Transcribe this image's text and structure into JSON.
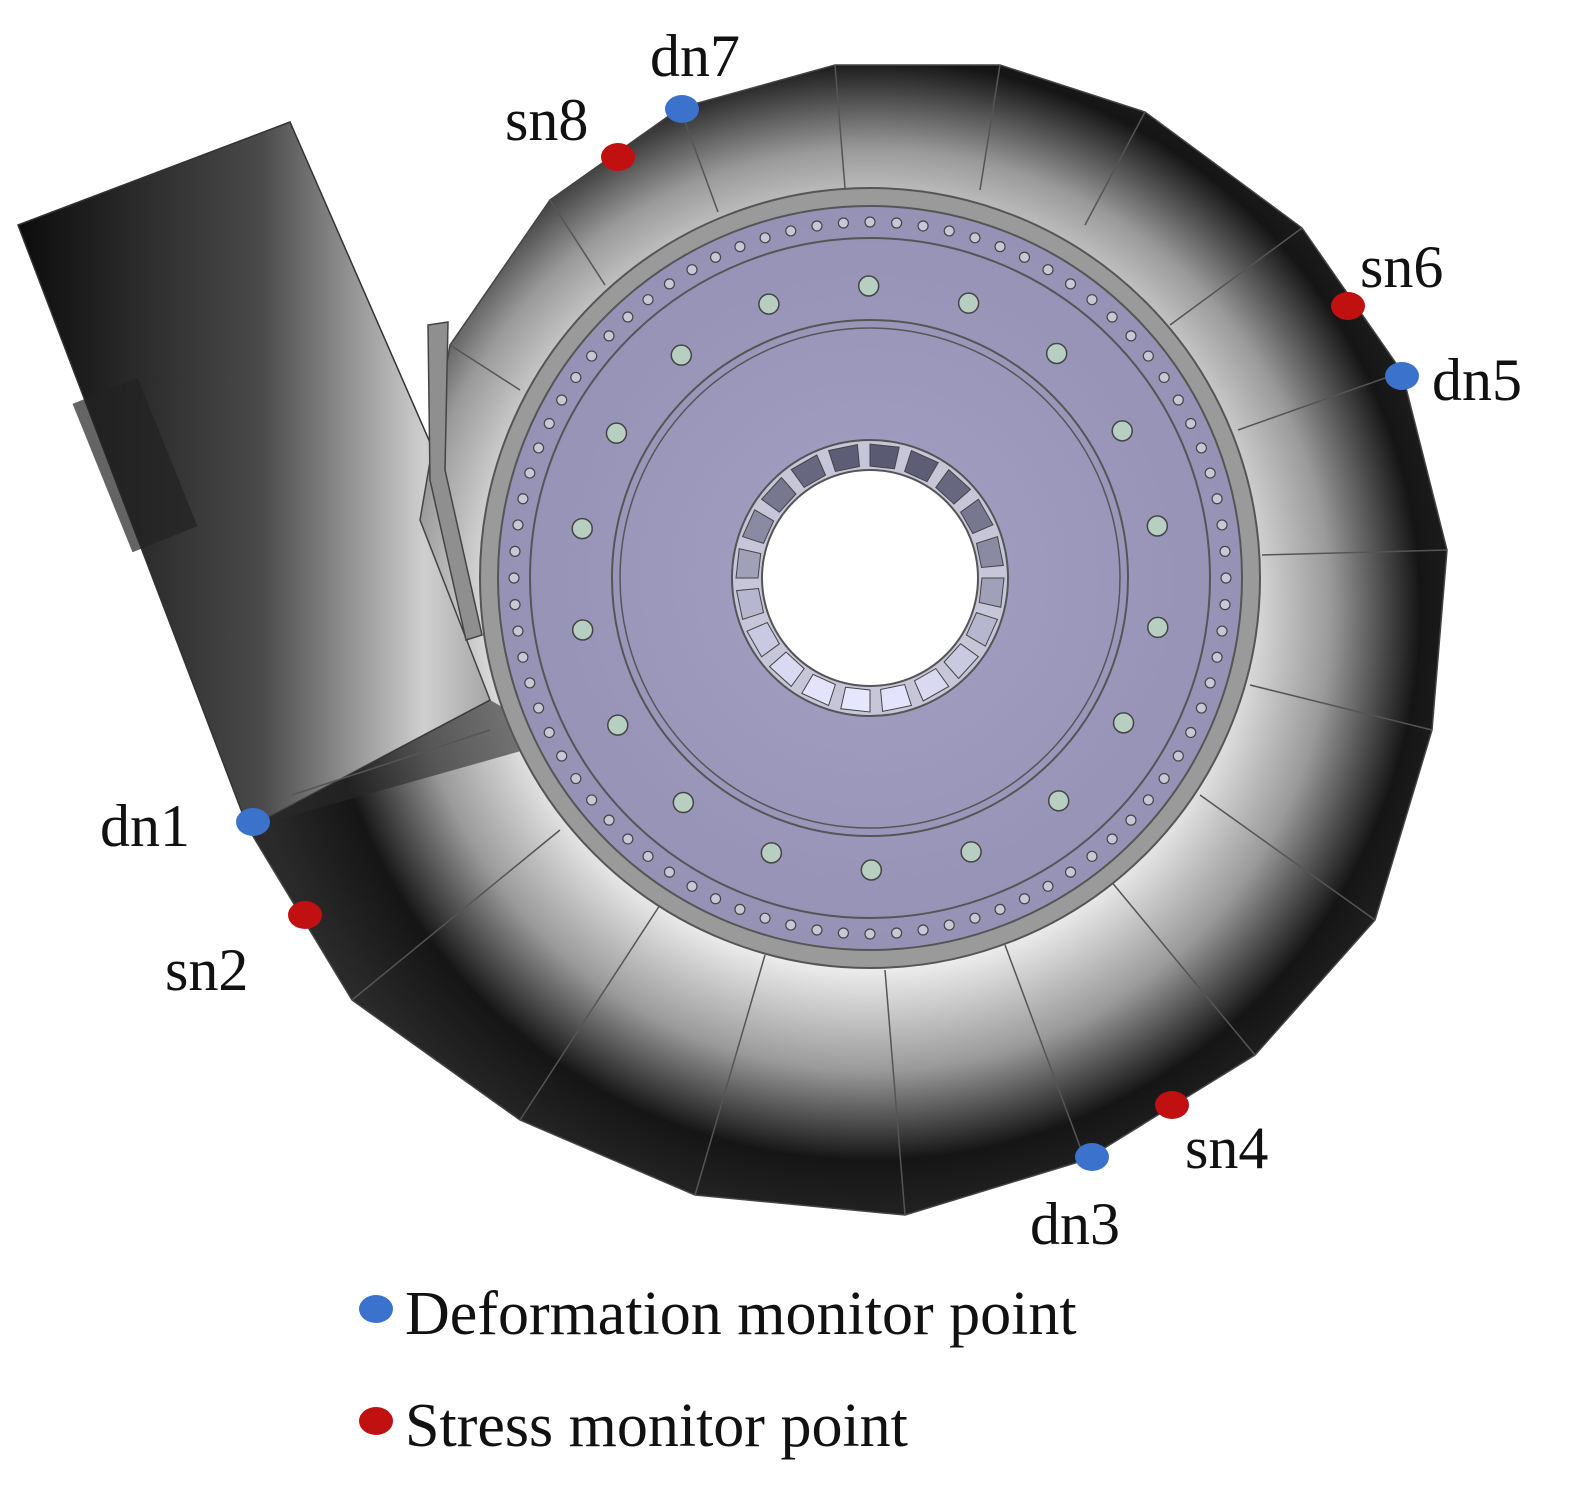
{
  "monitor_points": [
    {
      "id": "dn1",
      "label": "dn1",
      "kind": "deformation"
    },
    {
      "id": "sn2",
      "label": "sn2",
      "kind": "stress"
    },
    {
      "id": "dn3",
      "label": "dn3",
      "kind": "deformation"
    },
    {
      "id": "sn4",
      "label": "sn4",
      "kind": "stress"
    },
    {
      "id": "dn5",
      "label": "dn5",
      "kind": "deformation"
    },
    {
      "id": "sn6",
      "label": "sn6",
      "kind": "stress"
    },
    {
      "id": "dn7",
      "label": "dn7",
      "kind": "deformation"
    },
    {
      "id": "sn8",
      "label": "sn8",
      "kind": "stress"
    }
  ],
  "legend": {
    "deformation": {
      "label": "Deformation monitor point",
      "color": "#3a72cc"
    },
    "stress": {
      "label": "Stress monitor point",
      "color": "#c01010"
    }
  }
}
